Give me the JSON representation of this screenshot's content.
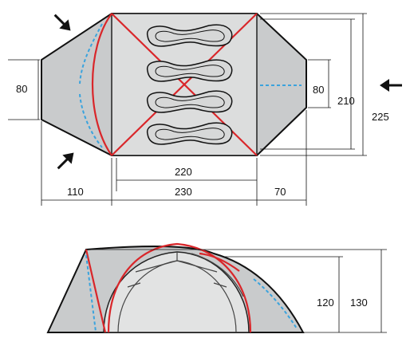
{
  "top_view": {
    "dims": {
      "vestibule_depth_left": "110",
      "vestibule_width_left": "80",
      "inner_length": "220",
      "outer_length": "230",
      "vestibule_depth_right": "70",
      "vestibule_width_right": "80",
      "inner_width": "210",
      "outer_width": "225"
    },
    "sleeping_bags": 4
  },
  "side_view": {
    "dims": {
      "inner_height": "120",
      "outer_height": "130"
    }
  },
  "colors": {
    "pole": "#d9262a",
    "door_zip": "#3aa3dd",
    "fabric": "#c9cbcc",
    "inner_tent": "#dcdddd"
  },
  "icons": [
    "arrow-icon-entry-top-left",
    "arrow-icon-entry-bottom-left",
    "arrow-icon-entry-right"
  ]
}
